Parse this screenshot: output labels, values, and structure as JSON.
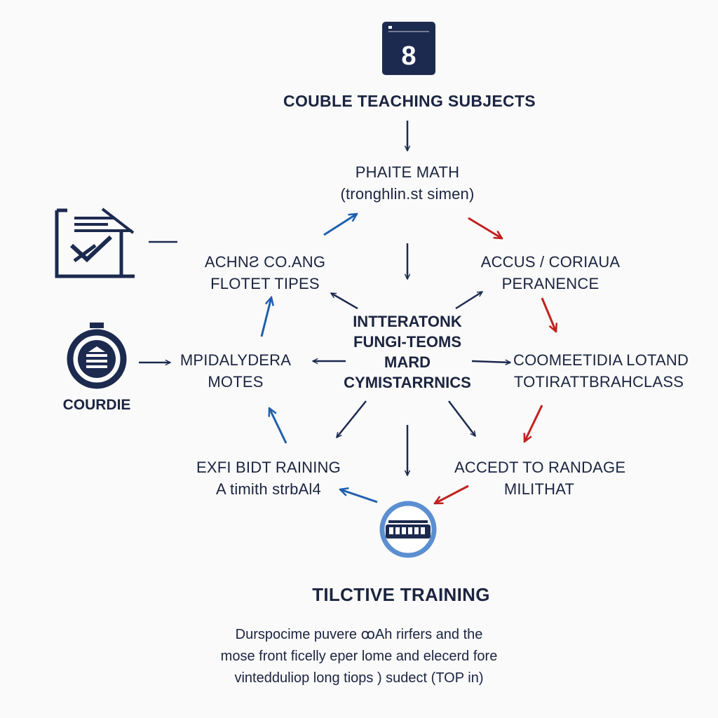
{
  "colors": {
    "navy": "#1d2a4f",
    "blue": "#1f5fae",
    "red": "#c0201e",
    "light_blue": "#5b8fd1"
  },
  "top_icon": {
    "number": "8"
  },
  "header_title": "COUBLE TEACHING SUBJECTS",
  "nodes": {
    "top": {
      "line1": "PHAITE MATH",
      "line2": "(tronghlin.st simen)"
    },
    "left_upper": {
      "line1": "ACHNƧ CO.ANG",
      "line2": "FLOTET TIPES"
    },
    "right_upper": {
      "line1": "ACCUS / CORIAUA",
      "line2": "PERANENCE"
    },
    "left_middle": {
      "line1": "MPIDALYDERA",
      "line2": "MOTES"
    },
    "right_middle": {
      "line1": "COOMEETIDIA LOTAND",
      "line2": "TOTIRATTBRAHCLASS"
    },
    "left_lower": {
      "line1": "EXFI BIDT RAINING",
      "line2": "A timith strbAl4"
    },
    "right_lower": {
      "line1": "ACCEDT TO RANDAGE",
      "line2": "MILITHAT"
    },
    "center": {
      "line1": "INTTERATONK",
      "line2": "FUNGI-TEOMS",
      "line3": "MARD",
      "line4": "CYMISTARRNICS"
    }
  },
  "side_icons": {
    "badge_label": "COURDIE"
  },
  "bottom_title": "TILCTIVE TRAINING",
  "footer": {
    "line1": "Durspocime puvere ꝏAh rirfers and the",
    "line2": "mose front ficelly eper lome and elecerd fore",
    "line3": "vintedduliop long tiops ) sudect (TOP in)"
  },
  "icon_names": [
    "calendar-icon",
    "document-check-icon",
    "badge-icon",
    "keyboard-icon"
  ]
}
